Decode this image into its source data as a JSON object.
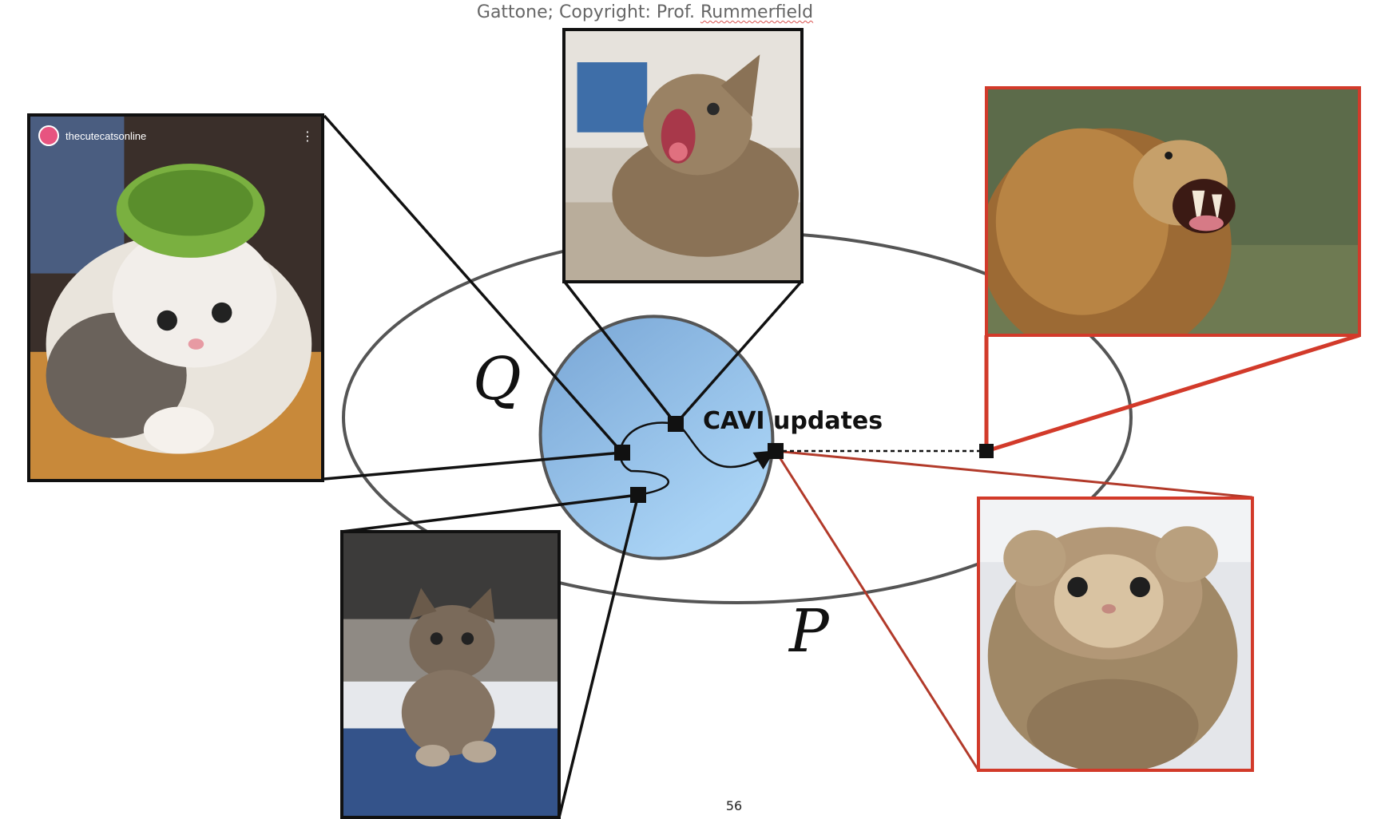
{
  "caption": {
    "prefix": "Gattone; Copyright: Prof. ",
    "underlined": "Rummerfield"
  },
  "labels": {
    "set_q": "Q",
    "set_p": "P",
    "cavi": "CAVI updates"
  },
  "page_number": "56",
  "photos": {
    "watermelon_cat": {
      "instagram_user": "thecutecatsonline",
      "more_icon": "⋮",
      "frame_color": "#111111"
    },
    "yawning_cat": {
      "frame_color": "#111111"
    },
    "kitten": {
      "frame_color": "#111111"
    },
    "roaring_lion": {
      "frame_color": "#d23a2a"
    },
    "lion_mane_cat": {
      "frame_color": "#d23a2a"
    }
  },
  "colors": {
    "inner_set_top": "#7aa7d6",
    "inner_set_bottom": "#a9d3f5",
    "outer_set_stroke": "#555555",
    "connector_black": "#111111",
    "connector_red": "#d23a2a"
  }
}
